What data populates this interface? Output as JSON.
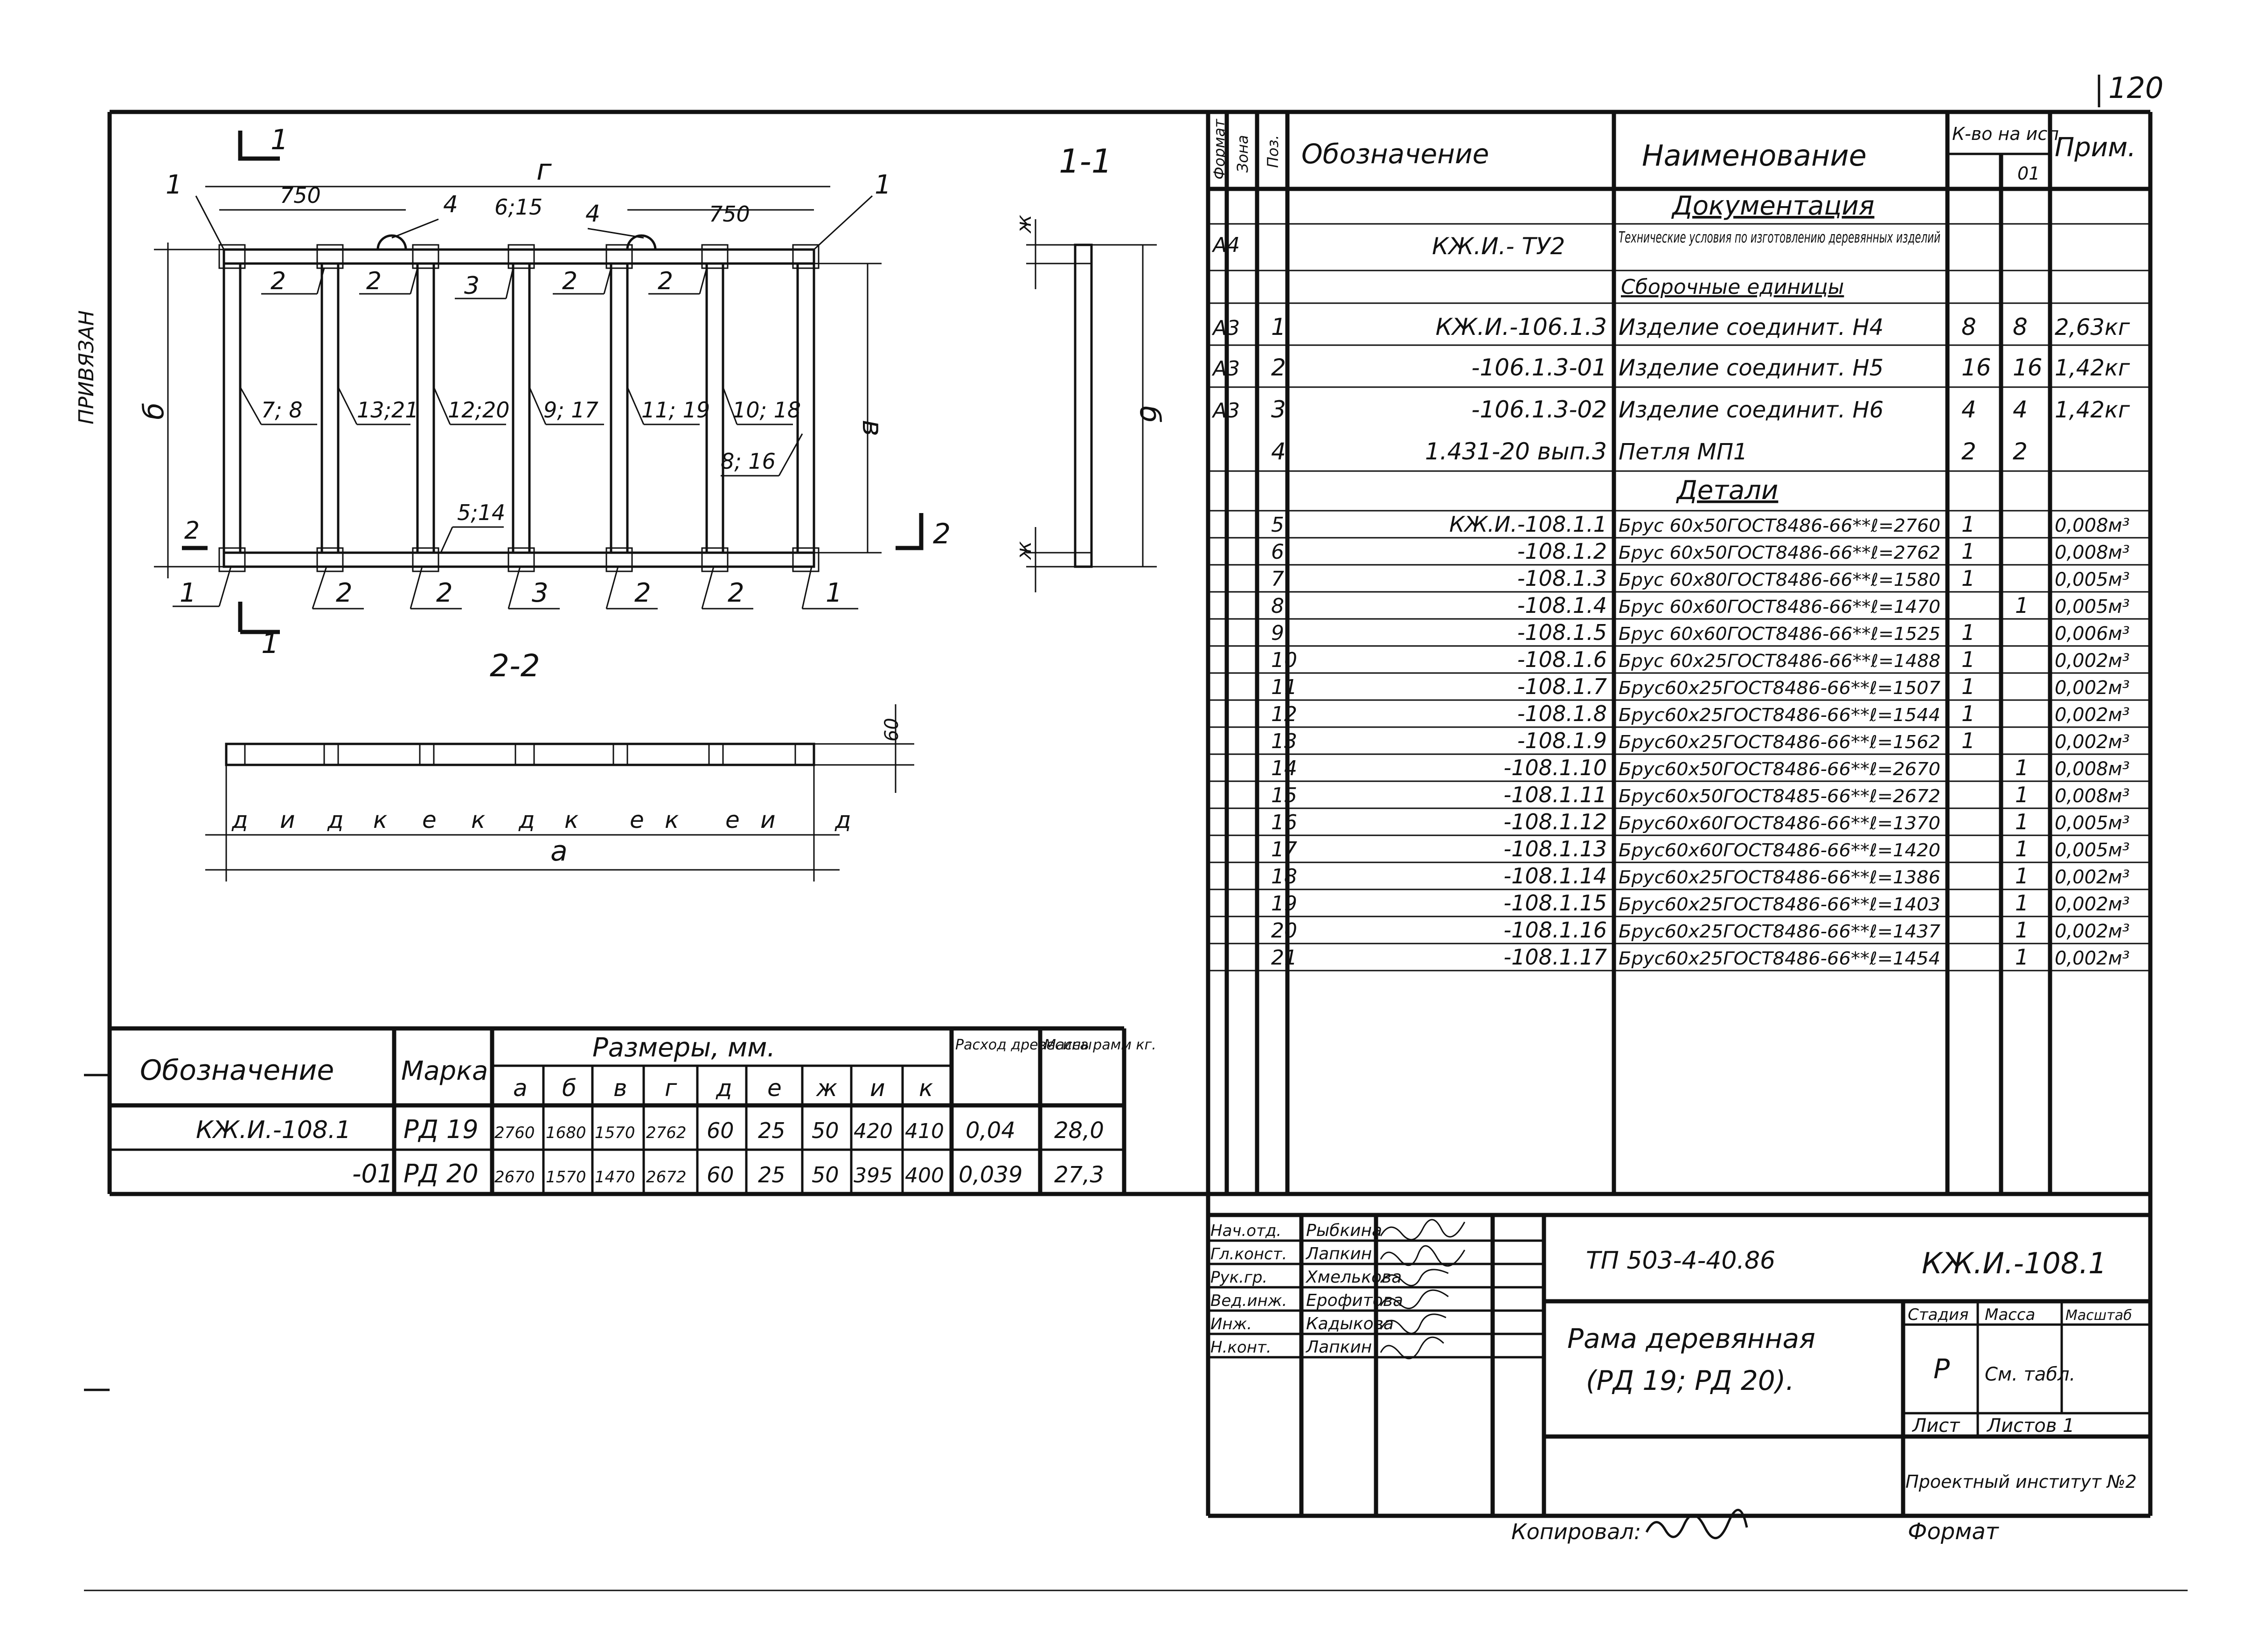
{
  "page_number": "120",
  "side_note": "ПРИВЯЗАН",
  "drawing": {
    "section_1": "1-1",
    "section_2": "2-2",
    "cut_1": "1",
    "cut_2": "2",
    "dim_g": "г",
    "dim_a": "а",
    "dim_b": "б",
    "dim_v": "в",
    "dim_zh": "ж",
    "dim_750_left": "750",
    "dim_750_right": "750",
    "dim_615": "6;15",
    "dim_60": "60",
    "top_leaders": [
      "1",
      "4",
      "4",
      "1"
    ],
    "top_marks": [
      "2",
      "2",
      "3",
      "2",
      "2"
    ],
    "stud_marks": [
      "7; 8",
      "13;21",
      "12;20",
      "9; 17",
      "11; 19",
      "10; 18"
    ],
    "extra_marks": [
      "8; 16",
      "5;14"
    ],
    "bottom_marks": [
      "1",
      "2",
      "2",
      "3",
      "2",
      "2",
      "1"
    ],
    "plan_dims": [
      "д",
      "и",
      "д",
      "к",
      "е",
      "к",
      "д",
      "к",
      "е",
      "к",
      "е",
      "и",
      "д"
    ]
  },
  "spec": {
    "headers": {
      "format": "Формат",
      "zone": "Зона",
      "pos": "Поз.",
      "designation": "Обозначение",
      "name": "Наименование",
      "qty": "К-во на исп.",
      "qty_01": "01",
      "note": "Прим."
    },
    "sections": {
      "docs": "Документация",
      "assemblies": "Сборочные единицы",
      "details": "Детали"
    },
    "doc_row": {
      "format": "А4",
      "designation": "КЖ.И.- ТУ2",
      "name": "Технические условия по изготовлению деревянных изделий"
    },
    "assembly_rows": [
      {
        "format": "А3",
        "pos": "1",
        "designation": "КЖ.И.-106.1.3",
        "name": "Изделие соединит. Н4",
        "q1": "8",
        "q2": "8",
        "note": "2,63кг"
      },
      {
        "format": "А3",
        "pos": "2",
        "designation": "-106.1.3-01",
        "name": "Изделие соединит. Н5",
        "q1": "16",
        "q2": "16",
        "note": "1,42кг"
      },
      {
        "format": "А3",
        "pos": "3",
        "designation": "-106.1.3-02",
        "name": "Изделие соединит. Н6",
        "q1": "4",
        "q2": "4",
        "note": "1,42кг"
      },
      {
        "format": "",
        "pos": "4",
        "designation": "1.431-20 вып.3",
        "name": "Петля МП1",
        "q1": "2",
        "q2": "2",
        "note": ""
      }
    ],
    "detail_rows": [
      {
        "pos": "5",
        "designation": "КЖ.И.-108.1.1",
        "name": "Брус 60x50ГОСТ8486-66**ℓ=2760",
        "q1": "1",
        "q2": "",
        "note": "0,008м³"
      },
      {
        "pos": "6",
        "designation": "-108.1.2",
        "name": "Брус 60x50ГОСТ8486-66**ℓ=2762",
        "q1": "1",
        "q2": "",
        "note": "0,008м³"
      },
      {
        "pos": "7",
        "designation": "-108.1.3",
        "name": "Брус 60x80ГОСТ8486-66**ℓ=1580",
        "q1": "1",
        "q2": "",
        "note": "0,005м³"
      },
      {
        "pos": "8",
        "designation": "-108.1.4",
        "name": "Брус 60x60ГОСТ8486-66**ℓ=1470",
        "q1": "",
        "q2": "1",
        "note": "0,005м³"
      },
      {
        "pos": "9",
        "designation": "-108.1.5",
        "name": "Брус 60x60ГОСТ8486-66**ℓ=1525",
        "q1": "1",
        "q2": "",
        "note": "0,006м³"
      },
      {
        "pos": "10",
        "designation": "-108.1.6",
        "name": "Брус 60x25ГОСТ8486-66**ℓ=1488",
        "q1": "1",
        "q2": "",
        "note": "0,002м³"
      },
      {
        "pos": "11",
        "designation": "-108.1.7",
        "name": "Брус60x25ГОСТ8486-66**ℓ=1507",
        "q1": "1",
        "q2": "",
        "note": "0,002м³"
      },
      {
        "pos": "12",
        "designation": "-108.1.8",
        "name": "Брус60x25ГОСТ8486-66**ℓ=1544",
        "q1": "1",
        "q2": "",
        "note": "0,002м³"
      },
      {
        "pos": "13",
        "designation": "-108.1.9",
        "name": "Брус60x25ГОСТ8486-66**ℓ=1562",
        "q1": "1",
        "q2": "",
        "note": "0,002м³"
      },
      {
        "pos": "14",
        "designation": "-108.1.10",
        "name": "Брус60x50ГОСТ8486-66**ℓ=2670",
        "q1": "",
        "q2": "1",
        "note": "0,008м³"
      },
      {
        "pos": "15",
        "designation": "-108.1.11",
        "name": "Брус60x50ГОСТ8485-66**ℓ=2672",
        "q1": "",
        "q2": "1",
        "note": "0,008м³"
      },
      {
        "pos": "16",
        "designation": "-108.1.12",
        "name": "Брус60x60ГОСТ8486-66**ℓ=1370",
        "q1": "",
        "q2": "1",
        "note": "0,005м³"
      },
      {
        "pos": "17",
        "designation": "-108.1.13",
        "name": "Брус60x60ГОСТ8486-66**ℓ=1420",
        "q1": "",
        "q2": "1",
        "note": "0,005м³"
      },
      {
        "pos": "18",
        "designation": "-108.1.14",
        "name": "Брус60x25ГОСТ8486-66**ℓ=1386",
        "q1": "",
        "q2": "1",
        "note": "0,002м³"
      },
      {
        "pos": "19",
        "designation": "-108.1.15",
        "name": "Брус60x25ГОСТ8486-66**ℓ=1403",
        "q1": "",
        "q2": "1",
        "note": "0,002м³"
      },
      {
        "pos": "20",
        "designation": "-108.1.16",
        "name": "Брус60x25ГОСТ8486-66**ℓ=1437",
        "q1": "",
        "q2": "1",
        "note": "0,002м³"
      },
      {
        "pos": "21",
        "designation": "-108.1.17",
        "name": "Брус60x25ГОСТ8486-66**ℓ=1454",
        "q1": "",
        "q2": "1",
        "note": "0,002м³"
      }
    ]
  },
  "dims_table": {
    "h_designation": "Обозначение",
    "h_mark": "Марка",
    "h_sizes": "Размеры, мм.",
    "h_wood": "Расход древесины",
    "h_mass": "Масса рамм кг.",
    "cols": [
      "а",
      "б",
      "в",
      "г",
      "д",
      "е",
      "ж",
      "и",
      "к"
    ],
    "rows": [
      {
        "designation": "КЖ.И.-108.1",
        "mark": "РД 19",
        "values": [
          "2760",
          "1680",
          "1570",
          "2762",
          "60",
          "25",
          "50",
          "420",
          "410"
        ],
        "wood": "0,04",
        "mass": "28,0"
      },
      {
        "designation": "-01",
        "mark": "РД 20",
        "values": [
          "2670",
          "1570",
          "1470",
          "2672",
          "60",
          "25",
          "50",
          "395",
          "400"
        ],
        "wood": "0,039",
        "mass": "27,3"
      }
    ]
  },
  "title_block": {
    "roles": [
      "Нач.отд.",
      "Гл.конст.",
      "Рук.гр.",
      "Вед.инж.",
      "Инж.",
      "Н.конт."
    ],
    "names": [
      "Рыбкина",
      "Лапкин",
      "Хмелькова",
      "Ерофитова",
      "Кадыкова",
      "Лапкин"
    ],
    "project_code": "ТП 503-4-40.86",
    "doc_code": "КЖ.И.-108.1",
    "title_line1": "Рама деревянная",
    "title_line2": "(РД 19; РД 20).",
    "stage_label": "Стадия",
    "mass_label": "Масса",
    "scale_label": "Масштаб",
    "stage": "Р",
    "mass_value": "См. табл.",
    "sheet_label": "Лист",
    "sheets_label": "Листов 1",
    "institute": "Проектный институт №2",
    "copied_label": "Копировал:",
    "format_label": "Формат"
  }
}
